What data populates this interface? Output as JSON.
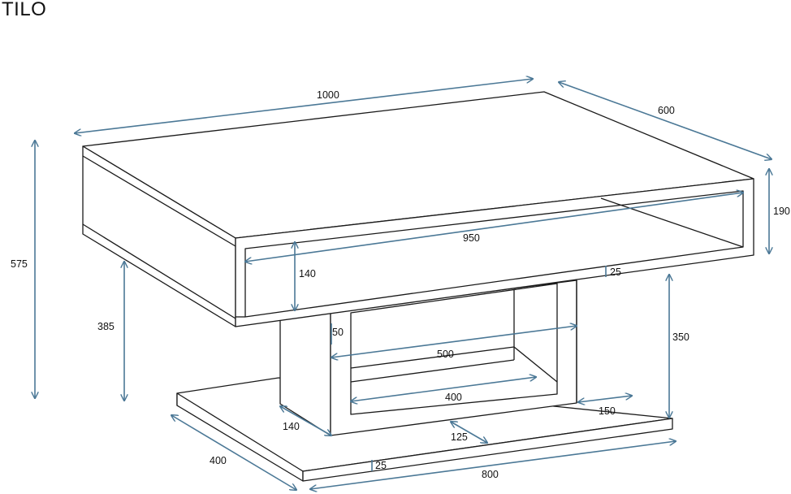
{
  "title": "TILO",
  "dimensions": {
    "top_length": "1000",
    "top_depth": "600",
    "total_height": "575",
    "top_thickness": "190",
    "shelf_width": "950",
    "shelf_height": "140",
    "panel_thickness_top": "25",
    "leg_height": "385",
    "leg_height_inner": "350",
    "inner_frame_top": "50",
    "inner_width": "500",
    "inner_bottom": "400",
    "leg_depth": "140",
    "foot_offset": "150",
    "foot_gap": "125",
    "base_depth": "400",
    "base_thickness": "25",
    "base_length": "800"
  },
  "colors": {
    "line": "#1a1a1a",
    "dimension": "#4b7896"
  }
}
